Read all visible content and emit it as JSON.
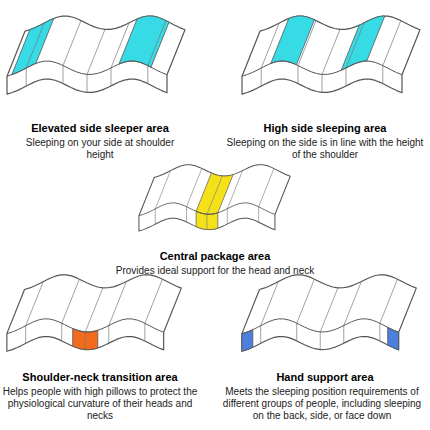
{
  "diagram": {
    "labels": [
      "Elevated side sleeper area",
      "Sleeping on your side at shoulder height",
      "High side sleeping area",
      "Sleeping on the side is in line with the height of the shoulder",
      "Central package area",
      "Provides ideal support for the head and neck",
      "Shoulder-neck transition area",
      "Helps people with high pillows to protect the physiological curvature of their heads and necks",
      "Hand support area",
      "Meets the sleeping position requirements of different groups of people, including sleeping on the back, side, or face down"
    ]
  }
}
